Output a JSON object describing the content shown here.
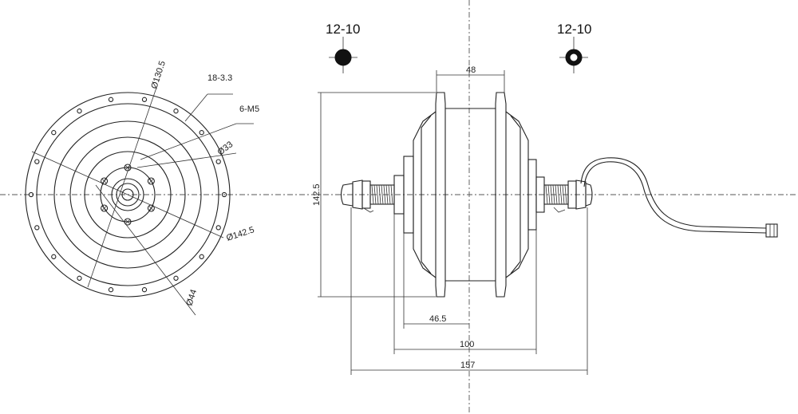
{
  "front_view": {
    "hole_circle_spec": "18-3.3",
    "thread_spec": "6-M5",
    "dia_130_5": "Ø130.5",
    "dia_33": "Ø33",
    "dia_142_5": "Ø142.5",
    "dia_44": "Ø44"
  },
  "side_view": {
    "height": "142.5",
    "width_48": "48",
    "width_46_5": "46.5",
    "width_100": "100",
    "width_157": "157"
  },
  "spoke_sections": {
    "left_label": "12-10",
    "right_label": "12-10"
  }
}
